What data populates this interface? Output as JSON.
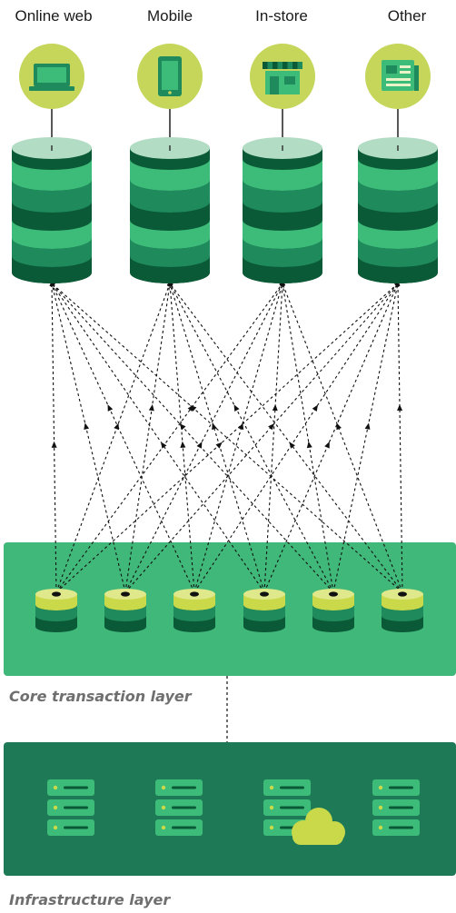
{
  "channels": [
    {
      "label": "Online web",
      "icon": "laptop-icon"
    },
    {
      "label": "Mobile",
      "icon": "mobile-phone-icon"
    },
    {
      "label": "In-store",
      "icon": "storefront-icon"
    },
    {
      "label": "Other",
      "icon": "newspaper-icon"
    }
  ],
  "layers": {
    "core": {
      "caption": "Core transaction layer",
      "node_count": 6
    },
    "infrastructure": {
      "caption": "Infrastructure layer",
      "server_count": 4,
      "extra_icon": "cloud-icon"
    }
  },
  "colors": {
    "icon_circle": "#c5d65a",
    "db_top": "#b3dcc4",
    "db_light": "#3dbb79",
    "db_mid": "#1f8a5c",
    "db_dark": "#0b5a37",
    "core_layer_bg": "#40b879",
    "infra_layer_bg": "#1e7a56",
    "node_yellow": "#c9d94a",
    "arrow": "#111111",
    "caption_text": "#6f6f6f"
  }
}
